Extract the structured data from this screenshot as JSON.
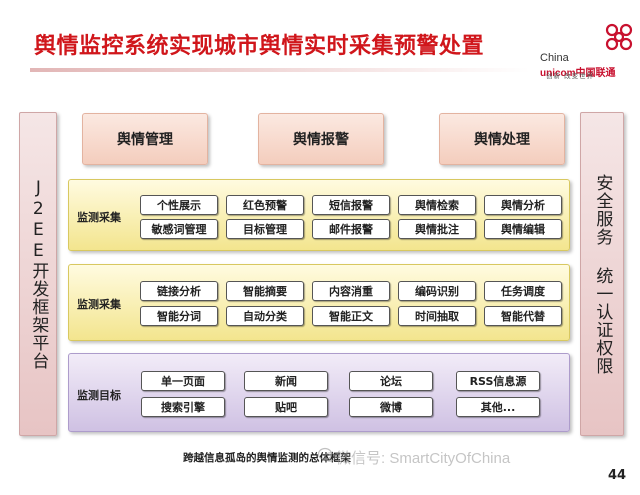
{
  "title": "舆情监控系统实现城市舆情实时采集预警处置",
  "logo": {
    "brand_line1": "China",
    "brand_line2": "unicom中国联通",
    "slogan": "创新·改变世界"
  },
  "left_sidebar": "J2EE开发框架平台",
  "right_sidebar": "安全服务 统一认证权限",
  "top_boxes": [
    "舆情管理",
    "舆情报警",
    "舆情处理"
  ],
  "panels": [
    {
      "label": "监测采集",
      "rows": [
        [
          "个性展示",
          "红色预警",
          "短信报警",
          "舆情检索",
          "舆情分析"
        ],
        [
          "敏感词管理",
          "目标管理",
          "邮件报警",
          "舆情批注",
          "舆情编辑"
        ]
      ]
    },
    {
      "label": "监测采集",
      "rows": [
        [
          "链接分析",
          "智能摘要",
          "内容消重",
          "编码识别",
          "任务调度"
        ],
        [
          "智能分词",
          "自动分类",
          "智能正文",
          "时间抽取",
          "智能代替"
        ]
      ]
    },
    {
      "label": "监测目标",
      "rows": [
        [
          "单一页面",
          "新闻",
          "论坛",
          "RSS信息源"
        ],
        [
          "搜索引擎",
          "贴吧",
          "微博",
          "其他..."
        ]
      ]
    }
  ],
  "caption": "跨越信息孤岛的舆情监测的总体框架",
  "watermark": "微信号: SmartCityOfChina",
  "page_number": "44",
  "colors": {
    "title": "#d0161b",
    "yellow_panel": "#f3e58e",
    "purple_panel": "#cfc1e3",
    "side_panel": "#e7c4c4",
    "top_box": "#f4cdbd"
  }
}
